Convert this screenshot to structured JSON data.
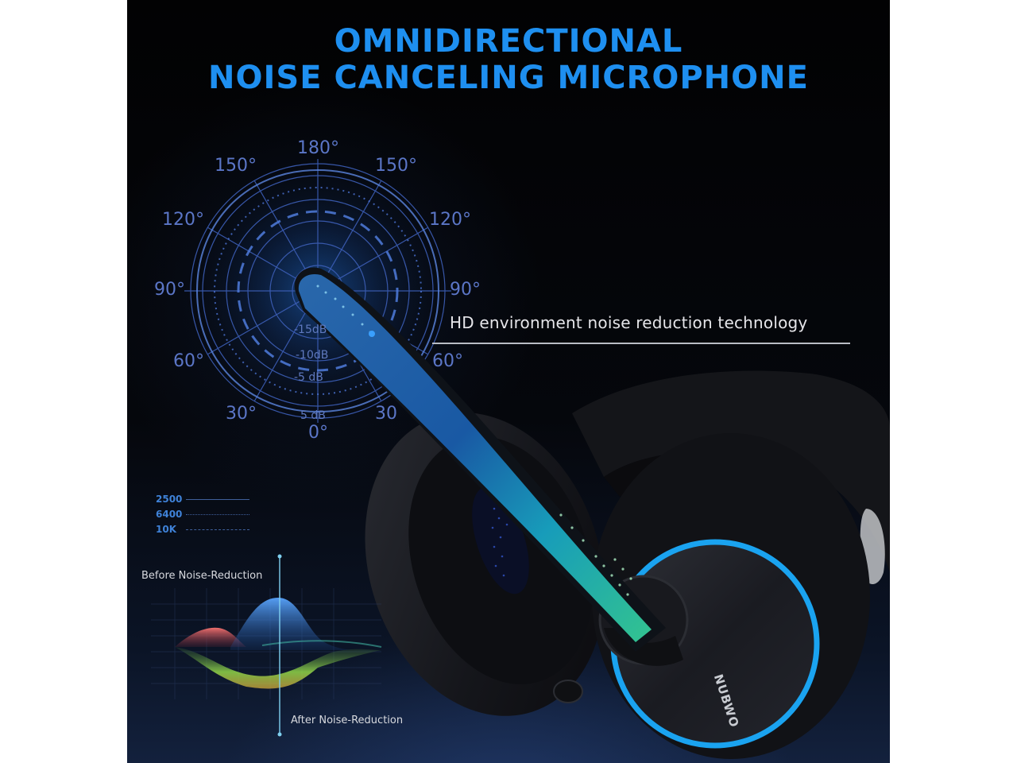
{
  "headline": {
    "line1": "OMNIDIRECTIONAL",
    "line2": "NOISE CANCELING MICROPHONE",
    "color": "#1e8ff0"
  },
  "polar_pattern": {
    "angle_labels": [
      {
        "id": "top",
        "text": "180°"
      },
      {
        "id": "upper-left",
        "text": "150°"
      },
      {
        "id": "upper-right",
        "text": "150°"
      },
      {
        "id": "mid-upper-left",
        "text": "120°"
      },
      {
        "id": "mid-upper-right",
        "text": "120°"
      },
      {
        "id": "left",
        "text": "90°"
      },
      {
        "id": "right",
        "text": "90°"
      },
      {
        "id": "mid-lower-left",
        "text": "60°"
      },
      {
        "id": "mid-lower-right",
        "text": "60°"
      },
      {
        "id": "lower-left",
        "text": "30°"
      },
      {
        "id": "lower-right",
        "text": "30"
      },
      {
        "id": "bottom",
        "text": "0°"
      }
    ],
    "db_labels": [
      "-15dB",
      "-10dB",
      "-5 dB",
      "5 dB"
    ],
    "grid_color": "#3d5fb8"
  },
  "feature_caption": "HD environment noise reduction technology",
  "frequency_legend": [
    {
      "label": "2500",
      "style": "solid"
    },
    {
      "label": "6400",
      "style": "dotted"
    },
    {
      "label": "10K",
      "style": "dashed"
    }
  ],
  "noise_reduction_graph": {
    "before_label": "Before Noise-Reduction",
    "after_label": "After Noise-Reduction"
  },
  "product": {
    "brand": "NUBWO",
    "accent_ring_color": "#1aa3f0"
  }
}
